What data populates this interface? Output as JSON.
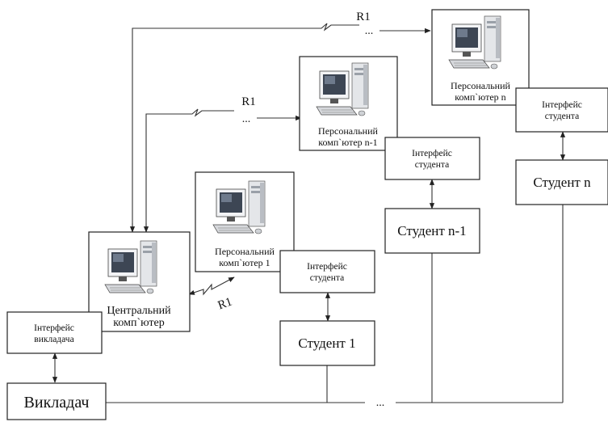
{
  "computers": {
    "central": {
      "line1": "Центральний",
      "line2": "комп`ютер"
    },
    "pc1": {
      "line1": "Персональний",
      "line2": "комп`ютер 1"
    },
    "pcn1": {
      "line1": "Персональний",
      "line2": "комп`ютер n-1"
    },
    "pcn": {
      "line1": "Персональний",
      "line2": "комп`ютер n"
    }
  },
  "interfaces": {
    "teacher": {
      "line1": "Інтерфейс",
      "line2": "викладача"
    },
    "student1": {
      "line1": "Інтерфейс",
      "line2": "студента"
    },
    "studentn1": {
      "line1": "Інтерфейс",
      "line2": "студента"
    },
    "studentn": {
      "line1": "Інтерфейс",
      "line2": "студента"
    }
  },
  "actors": {
    "teacher": "Викладач",
    "student1": "Студент 1",
    "studentn1": "Студент n-1",
    "studentn": "Студент n"
  },
  "links": {
    "r1_top": "R1",
    "r1_mid": "R1",
    "r1_low": "R1",
    "top_dots": "...",
    "mid_dots": "...",
    "bus_dots": "..."
  },
  "colors": {
    "line": "#333333",
    "box_border": "#222222",
    "monitor_screen": "#3d4654"
  },
  "icons": {
    "computer": "desktop-computer-icon"
  }
}
